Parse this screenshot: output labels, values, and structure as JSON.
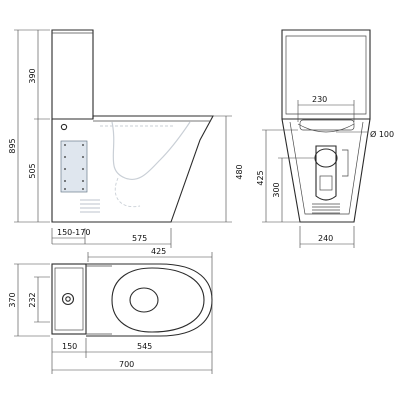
{
  "side_view": {
    "total_height": "895",
    "tank_height": "390",
    "bowl_height": "505",
    "rim_height": "480",
    "inlet_range": "150-170",
    "depth": "575"
  },
  "front_view": {
    "overall_height": "425",
    "outlet_height": "300",
    "top_width": "230",
    "pipe_diameter": "Ø 100",
    "base_width": "240"
  },
  "plan_view": {
    "total_width": "370",
    "tank_width": "232",
    "bowl_length": "425",
    "tank_depth": "150",
    "bowl_depth": "545",
    "total_length": "700"
  }
}
